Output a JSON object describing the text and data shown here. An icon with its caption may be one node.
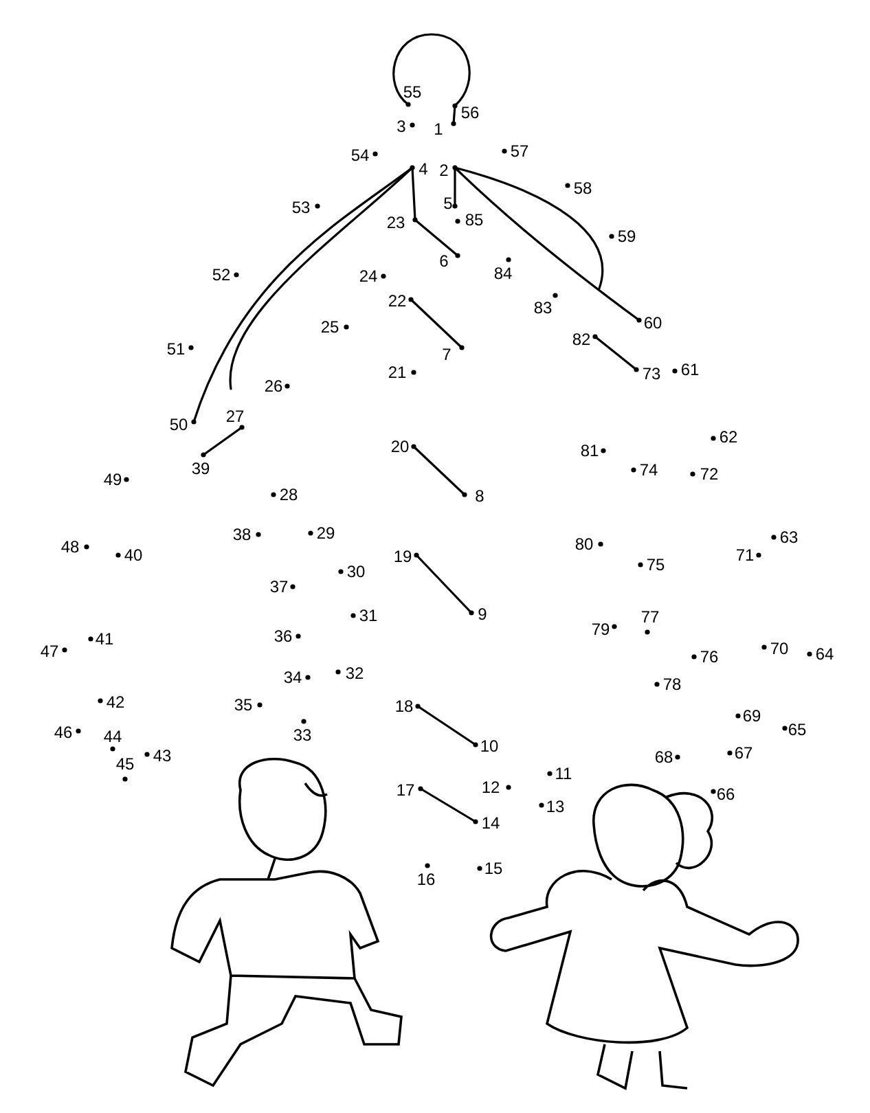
{
  "diagram": {
    "labels": [
      "1",
      "2",
      "3",
      "4",
      "5",
      "6",
      "7",
      "8",
      "9",
      "10",
      "11",
      "12",
      "13",
      "14",
      "15",
      "16",
      "17",
      "18",
      "19",
      "20",
      "21",
      "22",
      "23",
      "24",
      "25",
      "26",
      "27",
      "28",
      "29",
      "30",
      "31",
      "32",
      "33",
      "34",
      "35",
      "36",
      "37",
      "38",
      "39",
      "40",
      "41",
      "42",
      "43",
      "44",
      "45",
      "46",
      "47",
      "48",
      "49",
      "50",
      "51",
      "52",
      "53",
      "54",
      "55",
      "56",
      "57",
      "58",
      "59",
      "60",
      "61",
      "62",
      "63",
      "64",
      "65",
      "66",
      "67",
      "68",
      "69",
      "70",
      "71",
      "72",
      "73",
      "74",
      "75",
      "76",
      "77",
      "78",
      "79",
      "80",
      "81",
      "82",
      "83",
      "84",
      "85"
    ]
  }
}
